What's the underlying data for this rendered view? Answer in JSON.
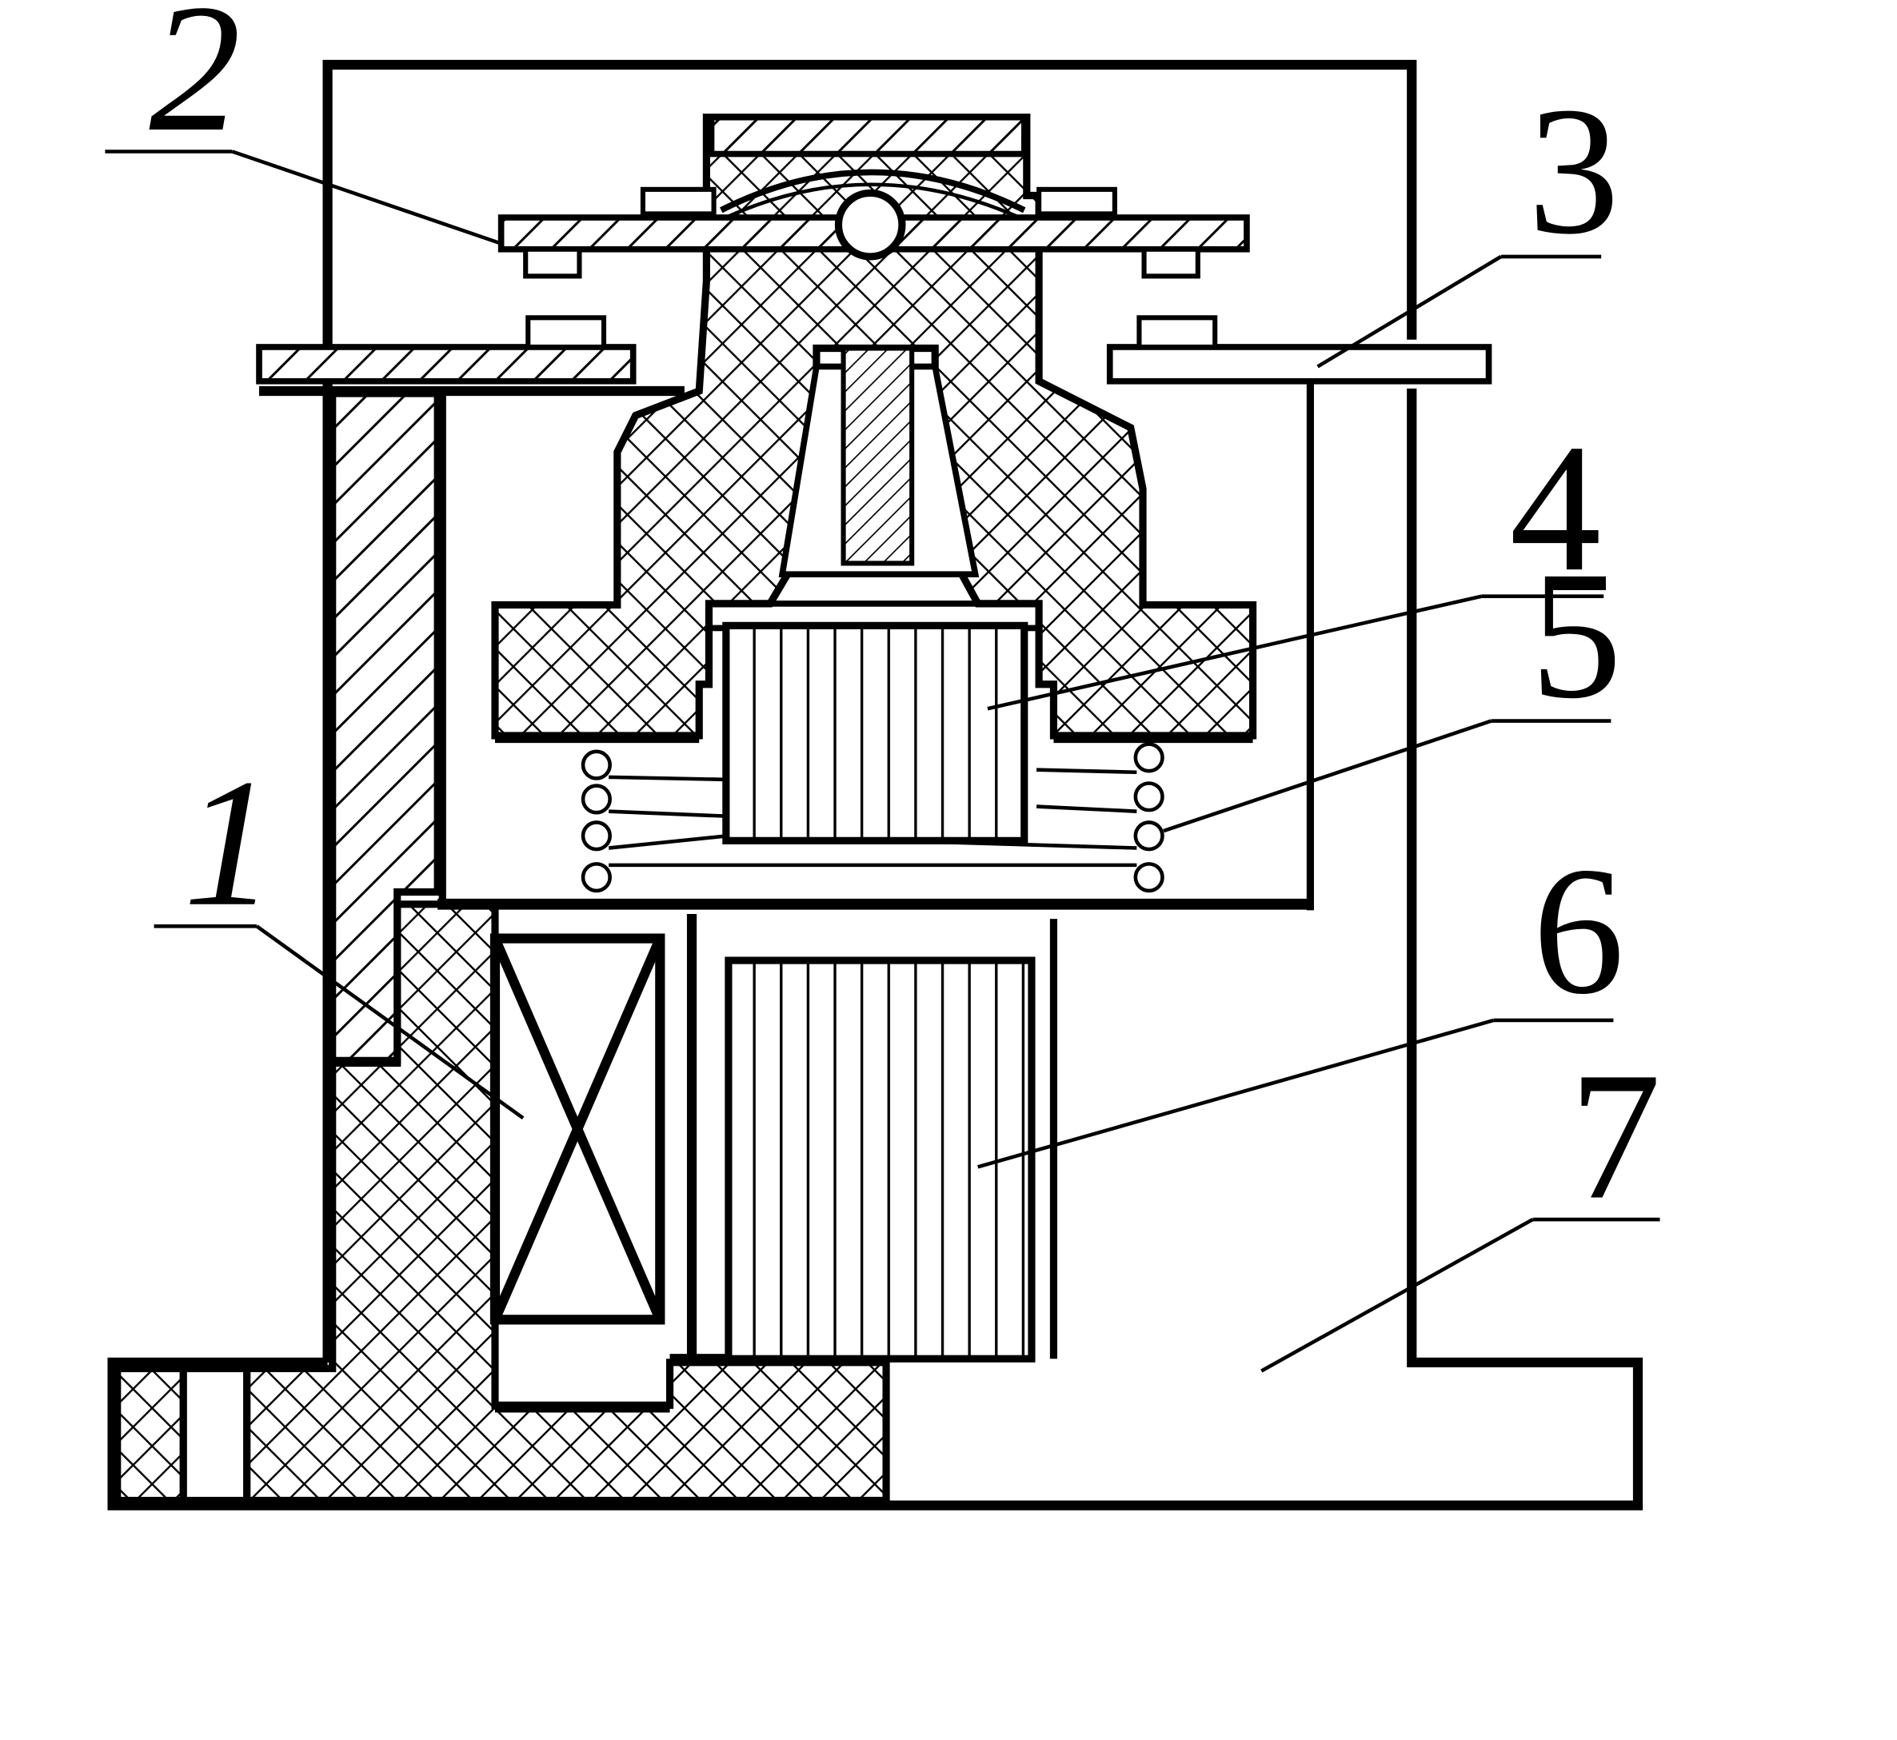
{
  "diagram": {
    "colors": {
      "ink": "#000000",
      "paper": "#ffffff"
    },
    "parts": [
      {
        "id": "part-1",
        "label": "1",
        "italic": true
      },
      {
        "id": "part-2",
        "label": "2",
        "italic": true
      },
      {
        "id": "part-3",
        "label": "3",
        "italic": false
      },
      {
        "id": "part-4",
        "label": "4",
        "italic": false
      },
      {
        "id": "part-5",
        "label": "5",
        "italic": false
      },
      {
        "id": "part-6",
        "label": "6",
        "italic": false
      },
      {
        "id": "part-7",
        "label": "7",
        "italic": false
      }
    ]
  }
}
